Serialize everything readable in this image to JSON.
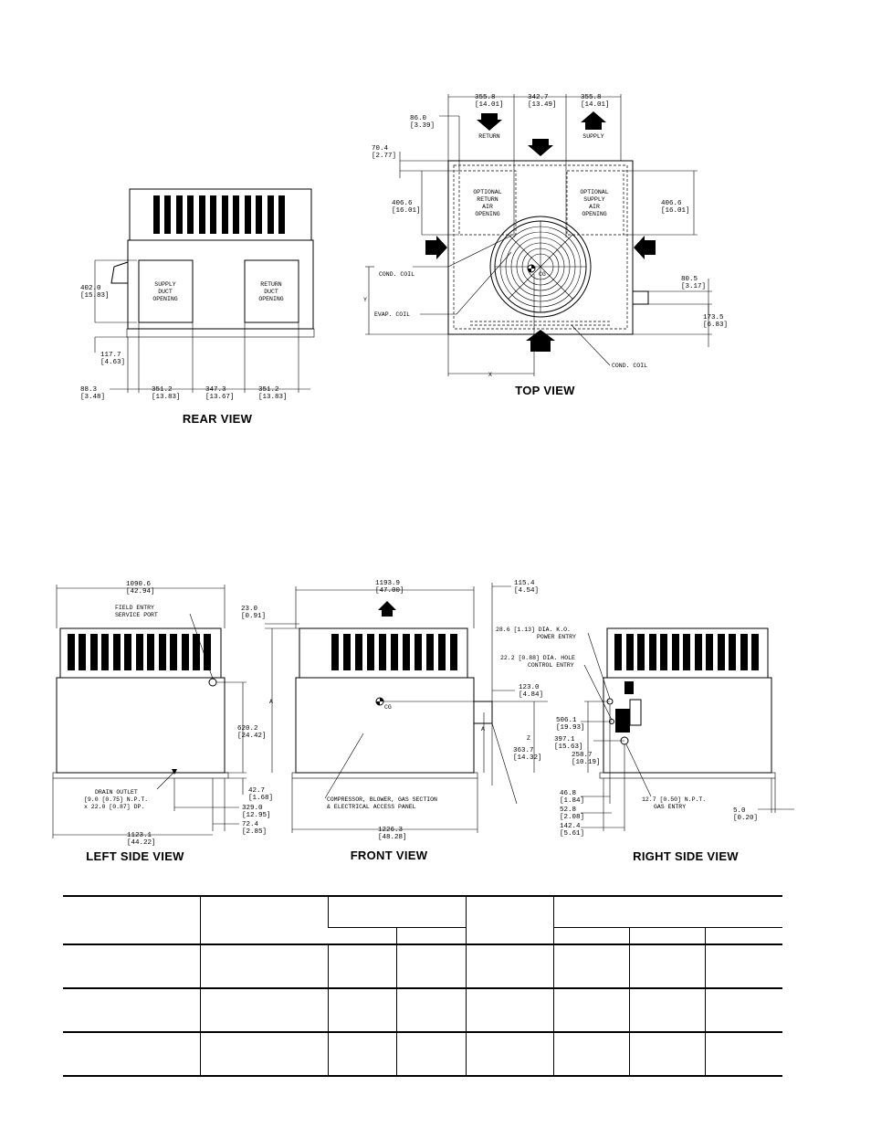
{
  "views": {
    "rear": "REAR VIEW",
    "top": "TOP VIEW",
    "left_side": "LEFT SIDE VIEW",
    "front": "FRONT VIEW",
    "right_side": "RIGHT SIDE VIEW"
  },
  "rear_view": {
    "supply_duct": [
      "SUPPLY",
      "DUCT",
      "OPENING"
    ],
    "return_duct": [
      "RETURN",
      "DUCT",
      "OPENING"
    ],
    "dims": {
      "height_402": [
        "402.0",
        "[15.83]"
      ],
      "base_117": [
        "117.7",
        "[4.63]"
      ],
      "d88": [
        "88.3",
        "[3.48]"
      ],
      "d351a": [
        "351.2",
        "[13.83]"
      ],
      "d347": [
        "347.3",
        "[13.67]"
      ],
      "d351b": [
        "351.2",
        "[13.83]"
      ]
    }
  },
  "top_view": {
    "return_label": "RETURN",
    "supply_label": "SUPPLY",
    "optional_return": [
      "OPTIONAL",
      "RETURN",
      "AIR",
      "OPENING"
    ],
    "optional_supply": [
      "OPTIONAL",
      "SUPPLY",
      "AIR",
      "OPENING"
    ],
    "cg": "CG",
    "cond_coil_left": "COND. COIL",
    "evap_coil": "EVAP. COIL",
    "cond_coil_bottom": "COND. COIL",
    "x_label": "X",
    "y_label": "Y",
    "dims": {
      "d355a": [
        "355.8",
        "[14.01]"
      ],
      "d342": [
        "342.7",
        "[13.49]"
      ],
      "d355b": [
        "355.8",
        "[14.01]"
      ],
      "d86": [
        "86.0",
        "[3.39]"
      ],
      "d70": [
        "70.4",
        "[2.77]"
      ],
      "d406l": [
        "406.6",
        "[16.01]"
      ],
      "d406r": [
        "406.6",
        "[16.01]"
      ],
      "d80": [
        "80.5",
        "[3.17]"
      ],
      "d173": [
        "173.5",
        "[6.83]"
      ]
    }
  },
  "left_view": {
    "field_entry": [
      "FIELD ENTRY",
      "SERVICE PORT"
    ],
    "drain": [
      "DRAIN OUTLET",
      "[9.0 [0.75] N.P.T.",
      "x 22.0 [0.87] DP."
    ],
    "dims": {
      "d1090": [
        "1090.6",
        "[42.94]"
      ],
      "d23": [
        "23.0",
        "[0.91]"
      ],
      "d620": [
        "620.2",
        "[24.42]"
      ],
      "d42": [
        "42.7",
        "[1.68]"
      ],
      "d329": [
        "329.0",
        "[12.95]"
      ],
      "d72": [
        "72.4",
        "[2.85]"
      ],
      "d1123": [
        "1123.1",
        "[44.22]"
      ]
    }
  },
  "front_view": {
    "cg": "CG",
    "panel": [
      "COMPRESSOR, BLOWER, GAS SECTION",
      "& ELECTRICAL ACCESS PANEL"
    ],
    "a_label": "A",
    "z_label": "Z",
    "dims": {
      "d1193": [
        "1193.9",
        "[47.00]"
      ],
      "d115": [
        "115.4",
        "[4.54]"
      ],
      "d123": [
        "123.0",
        "[4.84]"
      ],
      "d363": [
        "363.7",
        "[14.32]"
      ],
      "d1226": [
        "1226.3",
        "[48.28]"
      ]
    }
  },
  "right_view": {
    "power_entry": [
      "28.6 [1.13] DIA. K.O.",
      "POWER ENTRY"
    ],
    "control_entry": [
      "22.2 [0.88] DIA. HOLE",
      "CONTROL ENTRY"
    ],
    "gas_entry": [
      "12.7 [0.50] N.P.T.",
      "GAS ENTRY"
    ],
    "dims": {
      "d506": [
        "506.1",
        "[19.93]"
      ],
      "d397": [
        "397.1",
        "[15.63]"
      ],
      "d258": [
        "258.7",
        "[10.19]"
      ],
      "d46": [
        "46.8",
        "[1.84]"
      ],
      "d52": [
        "52.8",
        "[2.08]"
      ],
      "d142": [
        "142.4",
        "[5.61]"
      ],
      "d5": [
        "5.0",
        "[0.20]"
      ]
    }
  }
}
